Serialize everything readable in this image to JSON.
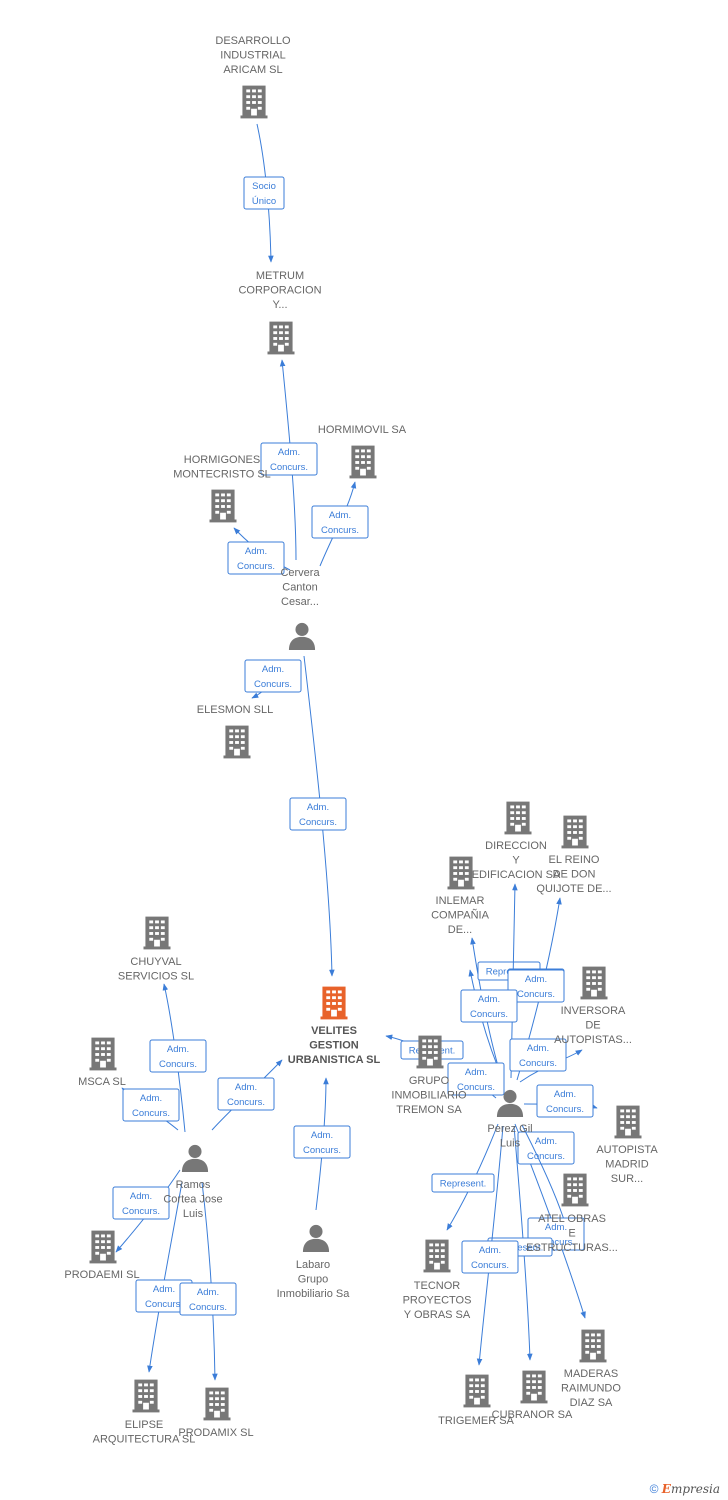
{
  "colors": {
    "node": "#777777",
    "focus": "#e8622a",
    "edge": "#3b7dd8"
  },
  "nodes": [
    {
      "id": "desarrollo",
      "type": "company",
      "lines": [
        "DESARROLLO",
        "INDUSTRIAL",
        "ARICAM SL"
      ]
    },
    {
      "id": "metrum",
      "type": "company",
      "lines": [
        "METRUM",
        "CORPORACION",
        "Y..."
      ]
    },
    {
      "id": "hormimovil",
      "type": "company",
      "lines": [
        "HORMIMOVIL SA"
      ]
    },
    {
      "id": "hormigones",
      "type": "company",
      "lines": [
        "HORMIGONES",
        "MONTECRISTO SL"
      ]
    },
    {
      "id": "cervera",
      "type": "person",
      "lines": [
        "Cervera",
        "Canton",
        "Cesar..."
      ]
    },
    {
      "id": "elesmon",
      "type": "company",
      "lines": [
        "ELESMON SLL"
      ]
    },
    {
      "id": "velites",
      "type": "focus",
      "lines": [
        "VELITES",
        "GESTION",
        "URBANISTICA SL"
      ]
    },
    {
      "id": "chuyval",
      "type": "company",
      "lines": [
        "CHUYVAL",
        "SERVICIOS SL"
      ]
    },
    {
      "id": "msca",
      "type": "company",
      "lines": [
        "MSCA SL"
      ]
    },
    {
      "id": "ramos",
      "type": "person",
      "lines": [
        "Ramos",
        "Cortea Jose",
        "Luis"
      ]
    },
    {
      "id": "prodaemi",
      "type": "company",
      "lines": [
        "PRODAEMI SL"
      ]
    },
    {
      "id": "elipse",
      "type": "company",
      "lines": [
        "ELIPSE",
        "ARQUITECTURA SL"
      ]
    },
    {
      "id": "prodamix",
      "type": "company",
      "lines": [
        "PRODAMIX SL"
      ]
    },
    {
      "id": "labaro",
      "type": "person",
      "lines": [
        "Labaro",
        "Grupo",
        "Inmobiliario Sa"
      ]
    },
    {
      "id": "direccion",
      "type": "company",
      "lines": [
        "DIRECCION",
        "Y",
        "EDIFICACION SA"
      ]
    },
    {
      "id": "elreino",
      "type": "company",
      "lines": [
        "EL REINO",
        "DE DON",
        "QUIJOTE DE..."
      ]
    },
    {
      "id": "inlemar",
      "type": "company",
      "lines": [
        "INLEMAR",
        "COMPAÑIA",
        "DE..."
      ]
    },
    {
      "id": "inversora",
      "type": "company",
      "lines": [
        "INVERSORA",
        "DE",
        "AUTOPISTAS..."
      ]
    },
    {
      "id": "tremon",
      "type": "company",
      "lines": [
        "GRUPO",
        "INMOBILIARIO",
        "TREMON SA"
      ]
    },
    {
      "id": "perez",
      "type": "person",
      "lines": [
        "Perez Gil",
        "Luis"
      ]
    },
    {
      "id": "autopista",
      "type": "company",
      "lines": [
        "AUTOPISTA",
        "MADRID",
        "SUR..."
      ]
    },
    {
      "id": "atelobras",
      "type": "company",
      "lines": [
        "ATEL OBRAS",
        "E",
        "ESTRUCTURAS..."
      ]
    },
    {
      "id": "tecnor",
      "type": "company",
      "lines": [
        "TECNOR",
        "PROYECTOS",
        "Y OBRAS SA"
      ]
    },
    {
      "id": "maderas",
      "type": "company",
      "lines": [
        "MADERAS",
        "RAIMUNDO",
        "DIAZ SA"
      ]
    },
    {
      "id": "trigemer",
      "type": "company",
      "lines": [
        "TRIGEMER SA"
      ]
    },
    {
      "id": "cubranor",
      "type": "company",
      "lines": [
        "CUBRANOR SA"
      ]
    }
  ],
  "edges": [
    {
      "from": "desarrollo",
      "to": "metrum",
      "lines": [
        "Socio",
        "Único"
      ]
    },
    {
      "from": "cervera",
      "to": "metrum",
      "lines": [
        "Adm.",
        "Concurs."
      ]
    },
    {
      "from": "cervera",
      "to": "hormimovil",
      "lines": [
        "Adm.",
        "Concurs."
      ]
    },
    {
      "from": "cervera",
      "to": "hormigones",
      "lines": [
        "Adm.",
        "Concurs."
      ]
    },
    {
      "from": "cervera",
      "to": "elesmon",
      "lines": [
        "Adm.",
        "Concurs."
      ]
    },
    {
      "from": "cervera",
      "to": "velites",
      "lines": [
        "Adm.",
        "Concurs."
      ]
    },
    {
      "from": "ramos",
      "to": "chuyval",
      "lines": [
        "Adm.",
        "Concurs."
      ]
    },
    {
      "from": "ramos",
      "to": "msca",
      "lines": [
        "Adm.",
        "Concurs."
      ]
    },
    {
      "from": "ramos",
      "to": "velites",
      "lines": [
        "Adm.",
        "Concurs."
      ]
    },
    {
      "from": "ramos",
      "to": "prodaemi",
      "lines": [
        "Adm.",
        "Concurs."
      ]
    },
    {
      "from": "ramos",
      "to": "elipse",
      "lines": [
        "Adm.",
        "Concurs."
      ]
    },
    {
      "from": "ramos",
      "to": "prodamix",
      "lines": [
        "Adm.",
        "Concurs."
      ]
    },
    {
      "from": "labaro",
      "to": "velites",
      "lines": [
        "Adm.",
        "Concurs."
      ]
    },
    {
      "from": "tremon",
      "to": "velites",
      "lines": [
        "Represent."
      ]
    },
    {
      "from": "perez",
      "to": "inlemar",
      "lines": [
        "Represent."
      ]
    },
    {
      "from": "perez",
      "to": "direccion",
      "lines": [
        "Adm.",
        "Concurs."
      ]
    },
    {
      "from": "perez",
      "to": "elreino",
      "lines": [
        "Adm.",
        "Concurs."
      ]
    },
    {
      "from": "perez",
      "to": "inlemar",
      "lines": [
        "Adm.",
        "Concurs."
      ]
    },
    {
      "from": "perez",
      "to": "tremon",
      "lines": [
        "Adm.",
        "Concurs."
      ]
    },
    {
      "from": "perez",
      "to": "inversora",
      "lines": [
        "Adm.",
        "Concurs."
      ]
    },
    {
      "from": "perez",
      "to": "autopista",
      "lines": [
        "Adm.",
        "Concurs."
      ]
    },
    {
      "from": "perez",
      "to": "maderas",
      "lines": [
        "Adm.",
        "Concurs."
      ]
    },
    {
      "from": "perez",
      "to": "tecnor",
      "lines": [
        "Represent."
      ]
    },
    {
      "from": "perez",
      "to": "atelobras",
      "lines": [
        "Adm.",
        "Concurs."
      ]
    },
    {
      "from": "perez",
      "to": "cubranor",
      "lines": [
        "Represent."
      ]
    },
    {
      "from": "perez",
      "to": "trigemer",
      "lines": [
        "Adm.",
        "Concurs."
      ]
    }
  ],
  "footer": {
    "copyright": "©",
    "brand_initial": "E",
    "brand_rest": "mpresia"
  }
}
